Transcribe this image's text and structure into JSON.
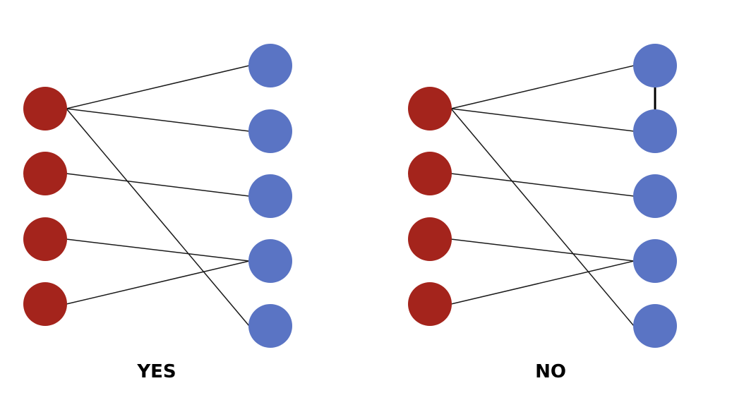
{
  "colors": {
    "left_node": "#a4241c",
    "right_node": "#5a74c4",
    "edge": "#1a1a1a",
    "background": "#ffffff"
  },
  "graphs": [
    {
      "id": "yes",
      "label": "YES",
      "left_nodes": [
        "L1",
        "L2",
        "L3",
        "L4"
      ],
      "right_nodes": [
        "R1",
        "R2",
        "R3",
        "R4",
        "R5"
      ],
      "edges": [
        [
          "L1",
          "R1"
        ],
        [
          "L1",
          "R2"
        ],
        [
          "L1",
          "R5"
        ],
        [
          "L2",
          "R3"
        ],
        [
          "L3",
          "R4"
        ],
        [
          "L4",
          "R4"
        ]
      ],
      "same_side_edges": []
    },
    {
      "id": "no",
      "label": "NO",
      "left_nodes": [
        "L1",
        "L2",
        "L3",
        "L4"
      ],
      "right_nodes": [
        "R1",
        "R2",
        "R3",
        "R4",
        "R5"
      ],
      "edges": [
        [
          "L1",
          "R1"
        ],
        [
          "L1",
          "R2"
        ],
        [
          "L1",
          "R5"
        ],
        [
          "L2",
          "R3"
        ],
        [
          "L3",
          "R4"
        ],
        [
          "L4",
          "R4"
        ]
      ],
      "same_side_edges": [
        [
          "R1",
          "R2"
        ]
      ]
    }
  ]
}
